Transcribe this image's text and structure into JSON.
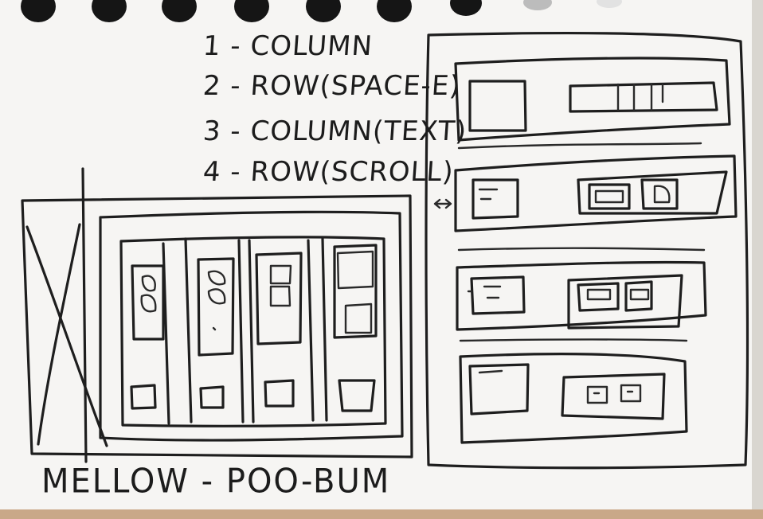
{
  "notebook": {
    "legend": [
      {
        "text": "1 - COLUMN"
      },
      {
        "text": "2 - ROW(SPACE-E)"
      },
      {
        "text": "3 - COLUMN(TEXT)"
      },
      {
        "text": "4 - ROW(SCROLL)"
      }
    ],
    "caption": "MELLOW - POO-BUM"
  }
}
